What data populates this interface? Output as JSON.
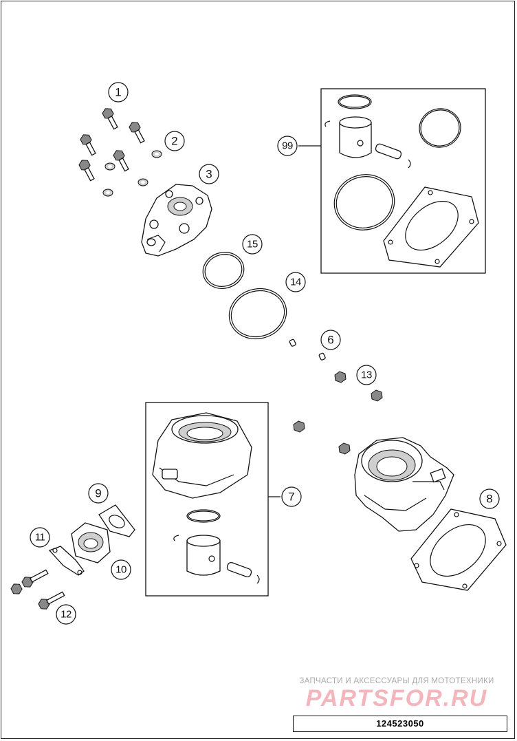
{
  "callouts": {
    "c1": "1",
    "c2": "2",
    "c3": "3",
    "c6": "6",
    "c7": "7",
    "c8": "8",
    "c9": "9",
    "c10": "10",
    "c11": "11",
    "c12": "12",
    "c13": "13",
    "c14": "14",
    "c15": "15",
    "c99": "99"
  },
  "watermark": {
    "caption": "ЗАПЧАСТИ И АКСЕССУАРЫ ДЛЯ МОТОТЕХНИКИ",
    "logo_text": "PARTSFOR.RU"
  },
  "document_number": "124523050"
}
